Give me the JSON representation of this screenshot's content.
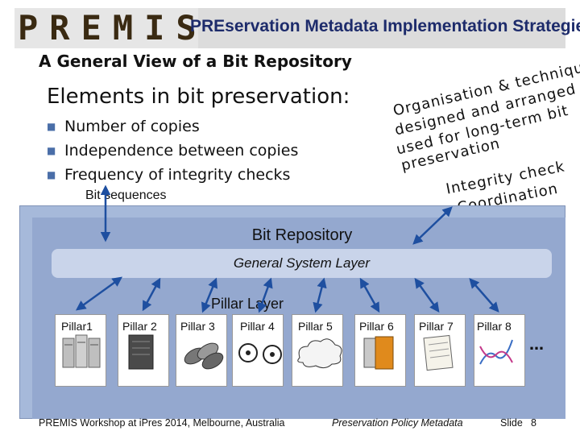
{
  "header": {
    "logo_text": "PREMIS",
    "title": "PREservation Metadata Implementation Strategies"
  },
  "slide": {
    "title": "A General View of a Bit Repository",
    "subtitle": "Elements in bit preservation:",
    "bullets": [
      "Number of copies",
      "Independence between copies",
      "Frequency of integrity checks"
    ],
    "bit_sequences_label": "Bit sequences",
    "org_lines": [
      "Organisation & techniques",
      "designed and arranged and",
      "used for long-term bit",
      "preservation"
    ],
    "integrity_lines": [
      "Integrity check",
      "Coordination"
    ]
  },
  "diagram": {
    "repository_label": "Bit Repository",
    "general_layer_label": "General System Layer",
    "pillar_layer_label": "Pillar    Layer",
    "pillars": [
      {
        "label": "Pillar1",
        "icon": "server-racks-icon"
      },
      {
        "label": "Pillar 2",
        "icon": "storage-cabinet-icon"
      },
      {
        "label": "Pillar 3",
        "icon": "disks-icon"
      },
      {
        "label": "Pillar 4",
        "icon": "film-reels-icon"
      },
      {
        "label": "Pillar 5",
        "icon": "cloud-icon"
      },
      {
        "label": "Pillar 6",
        "icon": "film-roll-icon"
      },
      {
        "label": "Pillar 7",
        "icon": "paper-document-icon"
      },
      {
        "label": "Pillar 8",
        "icon": "dna-icon"
      }
    ],
    "ellipsis": "…"
  },
  "footer": {
    "workshop": "PREMIS Workshop at iPres 2014, Melbourne, Australia",
    "policy": "Preservation Policy Metadata",
    "slide_label": "Slide",
    "slide_number": "8"
  },
  "colors": {
    "header_bg": "#dcdcdc",
    "header_text": "#1d2b6b",
    "repository_bg": "#a6b9da",
    "layer_bg": "#c9d4ea",
    "arrow": "#1e4fa0"
  }
}
